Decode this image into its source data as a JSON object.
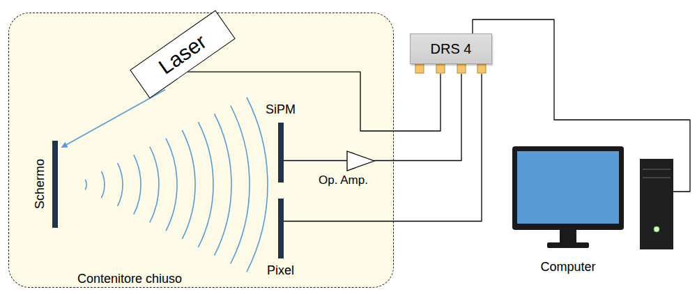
{
  "diagram": {
    "nodes": [
      {
        "text": [
          "Contenitore chiuso"
        ]
      },
      {
        "text": [
          "Laser"
        ],
        "in": 0
      },
      {
        "text": [
          "Schermo"
        ],
        "in": 0
      },
      {
        "text": [
          "SiPM"
        ],
        "in": 0
      },
      {
        "text": [
          "Op. Amp."
        ],
        "in": 0
      },
      {
        "text": [
          "Pixel"
        ],
        "in": 0
      },
      {
        "text": [
          "DRS 4"
        ]
      },
      {
        "text": [
          "Computer"
        ]
      }
    ],
    "edges": [
      {
        "from": 1,
        "to": 2,
        "arrow": "to"
      },
      {
        "from": 1,
        "to": 6,
        "arrow": "none"
      },
      {
        "from": 3,
        "to": 4,
        "arrow": "none"
      },
      {
        "from": 4,
        "to": 6,
        "arrow": "none"
      },
      {
        "from": 5,
        "to": 6,
        "arrow": "none"
      },
      {
        "from": 6,
        "to": 7,
        "arrow": "none"
      }
    ]
  }
}
